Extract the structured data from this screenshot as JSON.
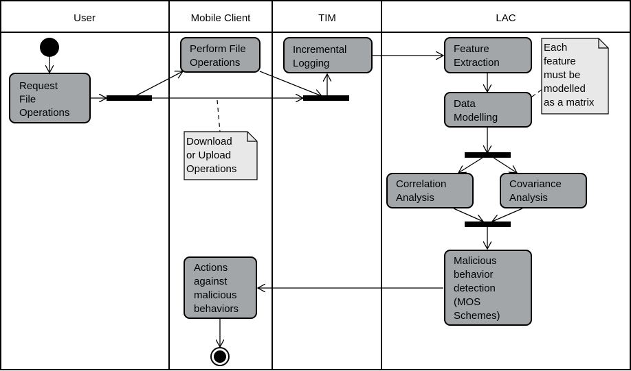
{
  "lanes": [
    {
      "name": "User"
    },
    {
      "name": "Mobile Client"
    },
    {
      "name": "TIM"
    },
    {
      "name": "LAC"
    }
  ],
  "nodes": {
    "request": [
      "Request",
      "File",
      "Operations"
    ],
    "perform": [
      "Perform File",
      "Operations"
    ],
    "logging": [
      "Incremental",
      "Logging"
    ],
    "feature": [
      "Feature",
      "Extraction"
    ],
    "modelling": [
      "Data",
      "Modelling"
    ],
    "correlation": [
      "Correlation",
      "Analysis"
    ],
    "covariance": [
      "Covariance",
      "Analysis"
    ],
    "malicious": [
      "Malicious",
      "behavior",
      "detection",
      "(MOS",
      "Schemes)"
    ],
    "actions": [
      "Actions",
      "against",
      "malicious",
      "behaviors"
    ]
  },
  "notes": {
    "download": [
      "Download",
      "or Upload",
      "Operations"
    ],
    "feature_note": [
      "Each",
      "feature",
      "must be",
      "modelled",
      "as a matrix"
    ]
  },
  "colors": {
    "node_fill": "#a3a6a8",
    "note_fill": "#e8e8e8",
    "line": "#000000"
  }
}
